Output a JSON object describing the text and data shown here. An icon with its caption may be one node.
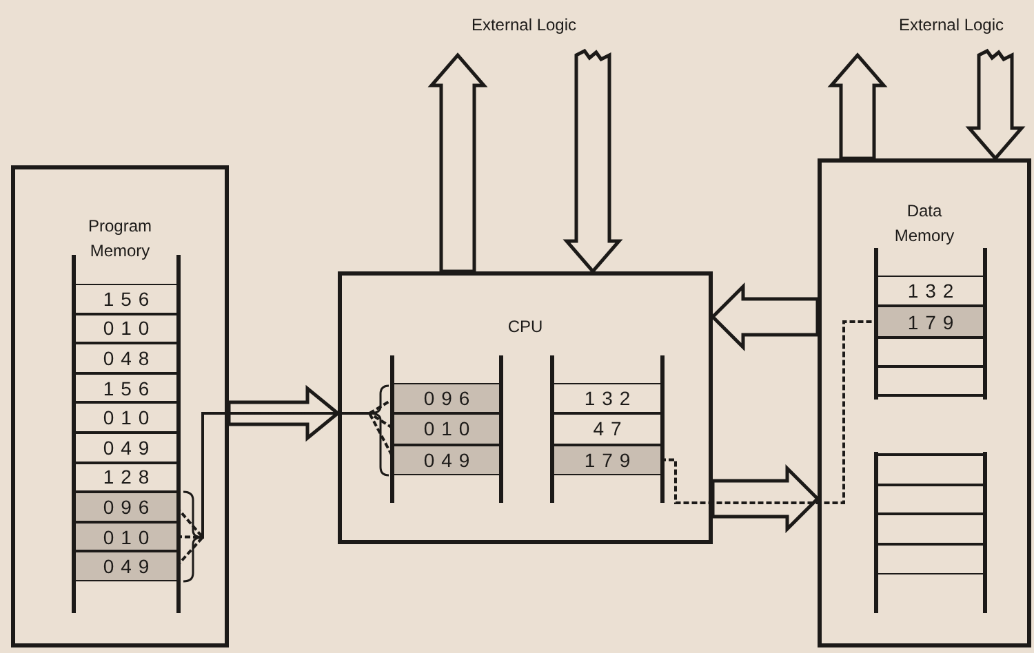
{
  "diagram": {
    "nodes": [
      {
        "text": [
          "External Logic"
        ]
      },
      {
        "text": [
          "External Logic"
        ]
      },
      {
        "text": [
          "Program Memory"
        ]
      },
      {
        "text": [
          "156"
        ],
        "in": 2
      },
      {
        "text": [
          "010"
        ],
        "in": 2
      },
      {
        "text": [
          "048"
        ],
        "in": 2
      },
      {
        "text": [
          "156"
        ],
        "in": 2
      },
      {
        "text": [
          "010"
        ],
        "in": 2
      },
      {
        "text": [
          "049"
        ],
        "in": 2
      },
      {
        "text": [
          "128"
        ],
        "in": 2
      },
      {
        "text": [
          "096"
        ],
        "in": 2
      },
      {
        "text": [
          "010"
        ],
        "in": 2
      },
      {
        "text": [
          "049"
        ],
        "in": 2
      },
      {
        "text": [
          "CPU"
        ]
      },
      {
        "text": [
          "096"
        ],
        "in": 13
      },
      {
        "text": [
          "010"
        ],
        "in": 13
      },
      {
        "text": [
          "049"
        ],
        "in": 13
      },
      {
        "text": [
          "132"
        ],
        "in": 13
      },
      {
        "text": [
          "47"
        ],
        "in": 13
      },
      {
        "text": [
          "179"
        ],
        "in": 13
      },
      {
        "text": [
          "Data Memory"
        ]
      },
      {
        "text": [
          "132"
        ],
        "in": 20
      },
      {
        "text": [
          "179"
        ],
        "in": 20
      },
      {
        "text": [],
        "shape": "box",
        "in": 20
      },
      {
        "text": [],
        "shape": "box",
        "in": 20
      },
      {
        "text": [],
        "shape": "box",
        "in": 20
      },
      {
        "text": [],
        "shape": "box",
        "in": 20
      },
      {
        "text": [],
        "shape": "box",
        "in": 20
      },
      {
        "text": [],
        "shape": "box",
        "in": 20
      },
      {
        "text": [],
        "shape": "box",
        "in": 20
      }
    ],
    "edges": [
      {
        "from": 13,
        "to": 0,
        "arrow": "to"
      },
      {
        "from": 0,
        "to": 13,
        "arrow": "to"
      },
      {
        "from": 20,
        "to": 1,
        "arrow": "to"
      },
      {
        "from": 1,
        "to": 20,
        "arrow": "to"
      },
      {
        "from": 2,
        "to": 13,
        "arrow": "to"
      },
      {
        "from": 20,
        "to": 13,
        "arrow": "to"
      },
      {
        "from": 13,
        "to": 20,
        "arrow": "to"
      },
      {
        "from": 10,
        "to": 14,
        "arrow": "none",
        "style": "dashed"
      },
      {
        "from": 11,
        "to": 15,
        "arrow": "none",
        "style": "dashed"
      },
      {
        "from": 12,
        "to": 16,
        "arrow": "none",
        "style": "dashed"
      },
      {
        "from": 19,
        "to": 22,
        "arrow": "none",
        "style": "dashed"
      }
    ]
  }
}
